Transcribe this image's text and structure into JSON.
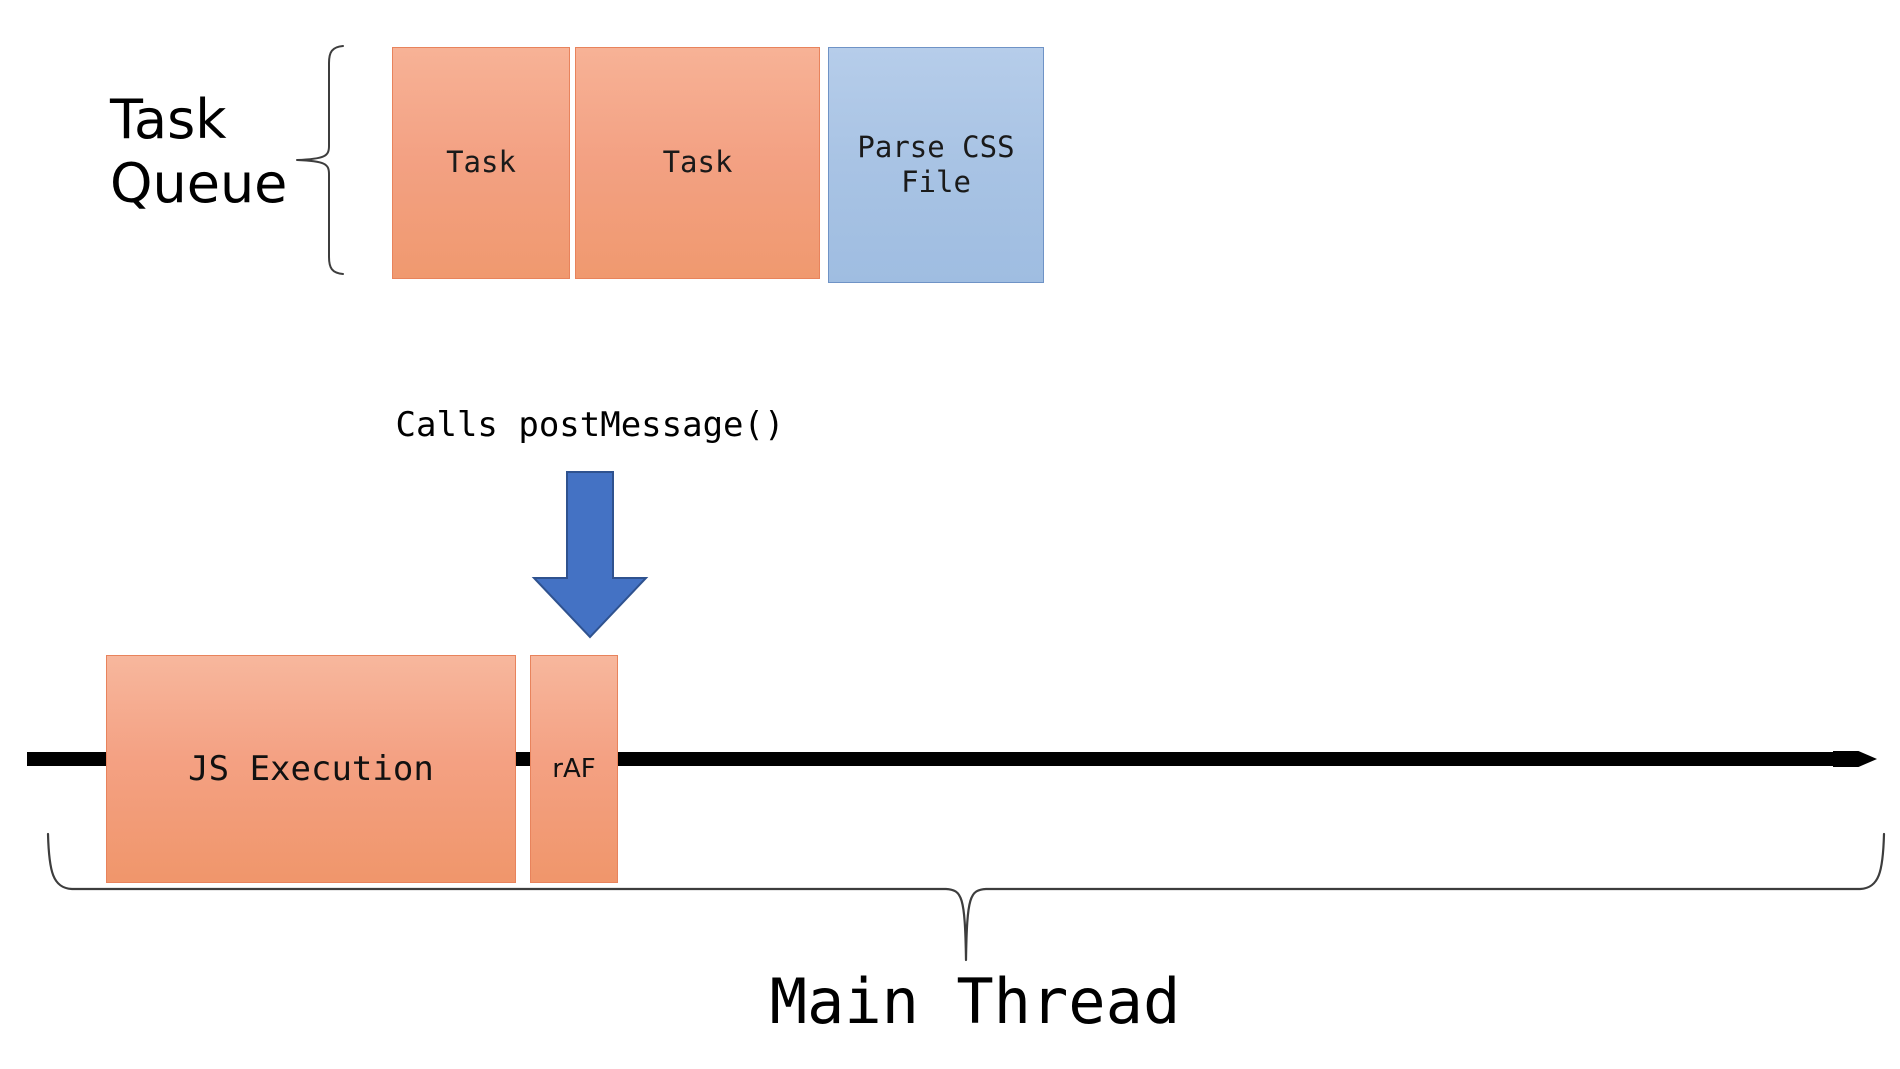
{
  "diagram": {
    "title": "Browser main thread task queue timeline",
    "colors": {
      "task_fill": "#f3a183",
      "task_border": "#e8835c",
      "css_fill": "#a8c3e4",
      "css_border": "#6f93c6",
      "arrow_blue": "#4472c4",
      "arrow_blue_border": "#2f528f",
      "timeline_black": "#000000",
      "brace_gray": "#404040",
      "background": "#ffffff"
    }
  },
  "task_queue": {
    "label": "Task\nQueue",
    "brace_name": "curly-brace-left",
    "items": [
      {
        "label": "Task",
        "kind": "task",
        "fill": "#f3a183"
      },
      {
        "label": "Task",
        "kind": "task",
        "fill": "#f3a183"
      },
      {
        "label": "Parse CSS\nFile",
        "kind": "css-parse",
        "fill": "#a8c3e4"
      }
    ]
  },
  "annotation": {
    "caption": "Calls postMessage()",
    "arrow_icon": "arrow-down-icon",
    "arrow_direction": "down",
    "arrow_color": "#4472c4"
  },
  "timeline": {
    "axis_icon": "arrow-right-icon",
    "axis_direction": "right",
    "blocks": [
      {
        "label": "JS Execution",
        "kind": "js-execution"
      },
      {
        "label": "rAF",
        "kind": "request-animation-frame"
      }
    ],
    "brace_name": "curly-brace-bottom",
    "brace_label": "Main Thread"
  }
}
